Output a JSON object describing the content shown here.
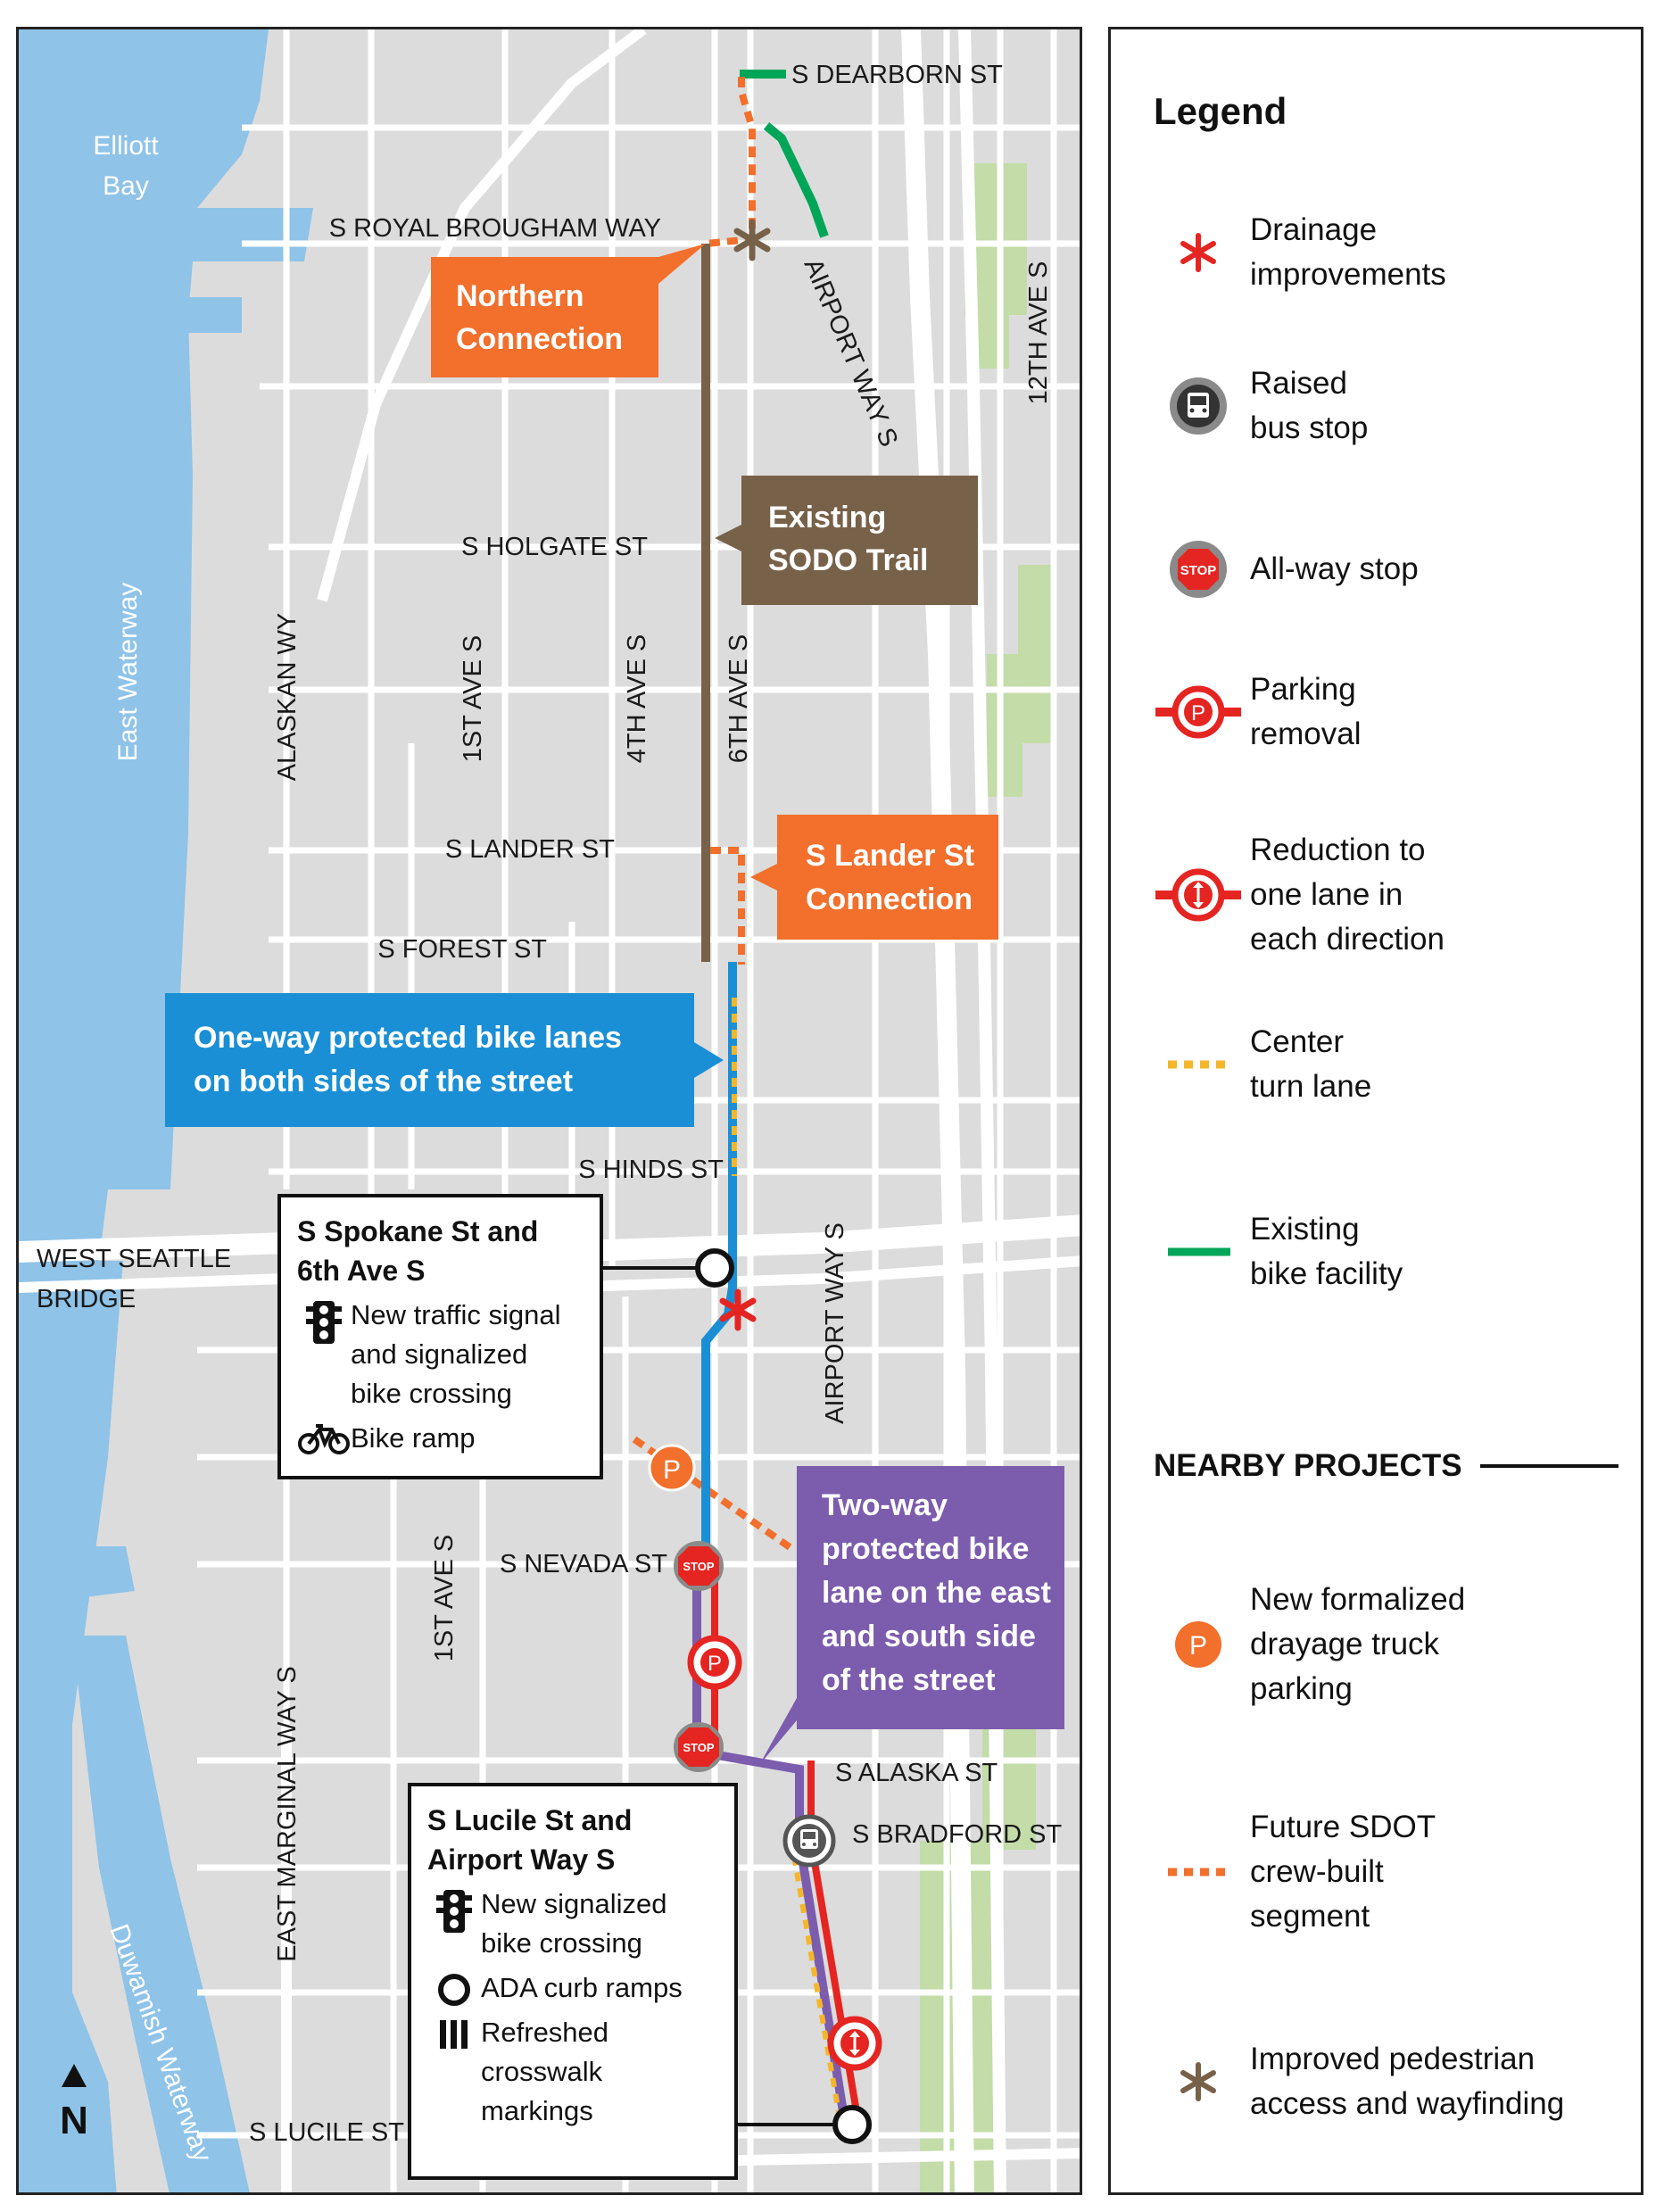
{
  "map": {
    "water_labels": {
      "elliott_bay": [
        "Elliott",
        "Bay"
      ],
      "east_waterway": "East Waterway",
      "duwamish": "Duwamish Waterway"
    },
    "streets": {
      "dearborn": "S DEARBORN ST",
      "royal_brougham": "S ROYAL BROUGHAM WAY",
      "holgate": "S HOLGATE ST",
      "lander": "S LANDER ST",
      "forest": "S FOREST ST",
      "hinds": "S HINDS ST",
      "nevada": "S NEVADA ST",
      "alaska": "S ALASKA ST",
      "bradford": "S BRADFORD ST",
      "lucile": "S LUCILE ST",
      "west_seattle_bridge": [
        "WEST SEATTLE",
        "BRIDGE"
      ],
      "airport_way_n": "AIRPORT WAY S",
      "airport_way_s": "AIRPORT WAY S",
      "twelfth_ave": "12TH AVE S",
      "alaskan_wy": "ALASKAN WY",
      "first_ave_n": "1ST AVE S",
      "fourth_ave": "4TH AVE S",
      "sixth_ave": "6TH AVE S",
      "first_ave_s": "1ST AVE S",
      "east_marginal": "EAST MARGINAL WAY S"
    },
    "callouts": {
      "northern": [
        "Northern",
        "Connection"
      ],
      "sodo_trail": [
        "Existing",
        "SODO Trail"
      ],
      "lander": [
        "S Lander St",
        "Connection"
      ],
      "one_way": [
        "One-way protected bike lanes",
        "on both sides of the street"
      ],
      "two_way": [
        "Two-way",
        "protected bike",
        "lane on the east",
        "and south side",
        "of the street"
      ]
    },
    "stop_sign_text": "STOP",
    "parking_letter": "P",
    "spokane_box": {
      "title": [
        "S Spokane St and",
        "6th Ave S"
      ],
      "items": [
        {
          "icon": "traffic-signal-icon",
          "text": [
            "New traffic signal",
            "and signalized",
            "bike crossing"
          ]
        },
        {
          "icon": "bicycle-icon",
          "text": [
            "Bike ramp"
          ]
        }
      ]
    },
    "lucile_box": {
      "title": [
        "S Lucile St and",
        "Airport Way S"
      ],
      "items": [
        {
          "icon": "traffic-signal-icon",
          "text": [
            "New signalized",
            "bike crossing"
          ]
        },
        {
          "icon": "curb-ramp-circle-icon",
          "text": [
            "ADA curb ramps"
          ]
        },
        {
          "icon": "crosswalk-bars-icon",
          "text": [
            "Refreshed",
            "crosswalk",
            "markings"
          ]
        }
      ]
    },
    "north_arrow": "N",
    "colors": {
      "water": "#8fc3e8",
      "land": "#dcdcdc",
      "street": "#ffffff",
      "park": "#c3dca8",
      "orange": "#f26f2c",
      "brown": "#776149",
      "blue": "#1a8fd5",
      "purple": "#7c5cad",
      "red": "#e52521",
      "green": "#00a657",
      "yellow": "#f5b62a"
    }
  },
  "legend": {
    "title": "Legend",
    "items": [
      {
        "icon": "drainage-asterisk-icon",
        "label": "Drainage\nimprovements"
      },
      {
        "icon": "raised-bus-stop-icon",
        "label": "Raised\nbus stop"
      },
      {
        "icon": "all-way-stop-icon",
        "label": "All-way stop"
      },
      {
        "icon": "parking-removal-icon",
        "label": "Parking\nremoval"
      },
      {
        "icon": "lane-reduction-icon",
        "label": "Reduction to\none lane in\neach direction"
      },
      {
        "icon": "center-turn-lane-icon",
        "label": "Center\nturn lane"
      },
      {
        "icon": "existing-bike-facility-icon",
        "label": "Existing\nbike facility"
      }
    ],
    "nearby_title": "NEARBY PROJECTS",
    "nearby_items": [
      {
        "icon": "truck-parking-icon",
        "label": "New formalized\ndrayage truck\nparking"
      },
      {
        "icon": "crew-built-segment-icon",
        "label": "Future SDOT\ncrew-built\nsegment"
      },
      {
        "icon": "pedestrian-wayfinding-icon",
        "label": "Improved pedestrian\naccess and wayfinding"
      }
    ]
  }
}
